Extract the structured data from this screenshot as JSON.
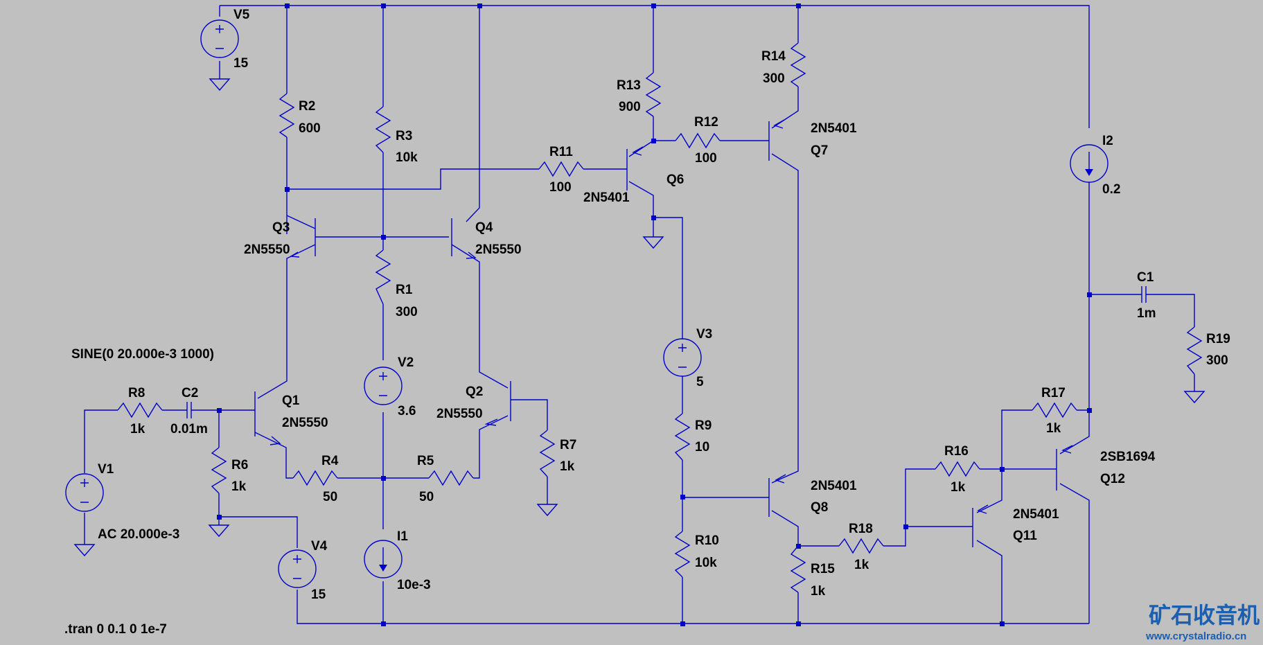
{
  "schematic": {
    "colors": {
      "background": "#c0c0c0",
      "wire": "#0000c8",
      "text": "#000000"
    },
    "components": {
      "V5": {
        "name": "V5",
        "value": "15"
      },
      "V1": {
        "name": "V1",
        "value": "AC 20.000e-3"
      },
      "V2": {
        "name": "V2",
        "value": "3.6"
      },
      "V3": {
        "name": "V3",
        "value": "5"
      },
      "V4": {
        "name": "V4",
        "value": "15"
      },
      "I1": {
        "name": "I1",
        "value": "10e-3"
      },
      "I2": {
        "name": "I2",
        "value": "0.2"
      },
      "C1": {
        "name": "C1",
        "value": "1m"
      },
      "C2": {
        "name": "C2",
        "value": "0.01m"
      },
      "R1": {
        "name": "R1",
        "value": "300"
      },
      "R2": {
        "name": "R2",
        "value": "600"
      },
      "R3": {
        "name": "R3",
        "value": "10k"
      },
      "R4": {
        "name": "R4",
        "value": "50"
      },
      "R5": {
        "name": "R5",
        "value": "50"
      },
      "R6": {
        "name": "R6",
        "value": "1k"
      },
      "R7": {
        "name": "R7",
        "value": "1k"
      },
      "R8": {
        "name": "R8",
        "value": "1k"
      },
      "R9": {
        "name": "R9",
        "value": "10"
      },
      "R10": {
        "name": "R10",
        "value": "10k"
      },
      "R11": {
        "name": "R11",
        "value": "100"
      },
      "R12": {
        "name": "R12",
        "value": "100"
      },
      "R13": {
        "name": "R13",
        "value": "900"
      },
      "R14": {
        "name": "R14",
        "value": "300"
      },
      "R15": {
        "name": "R15",
        "value": "1k"
      },
      "R16": {
        "name": "R16",
        "value": "1k"
      },
      "R17": {
        "name": "R17",
        "value": "1k"
      },
      "R18": {
        "name": "R18",
        "value": "1k"
      },
      "R19": {
        "name": "R19",
        "value": "300"
      },
      "Q1": {
        "name": "Q1",
        "model": "2N5550"
      },
      "Q2": {
        "name": "Q2",
        "model": "2N5550"
      },
      "Q3": {
        "name": "Q3",
        "model": "2N5550"
      },
      "Q4": {
        "name": "Q4",
        "model": "2N5550"
      },
      "Q6": {
        "name": "Q6",
        "model": "2N5401"
      },
      "Q7": {
        "name": "Q7",
        "model": "2N5401"
      },
      "Q8": {
        "name": "Q8",
        "model": "2N5401"
      },
      "Q11": {
        "name": "Q11",
        "model": "2N5401"
      },
      "Q12": {
        "name": "Q12",
        "model": "2SB1694"
      }
    },
    "directives": {
      "sine": "SINE(0 20.000e-3 1000)",
      "tran": ".tran 0 0.1 0 1e-7"
    },
    "watermark": {
      "title": "矿石收音机",
      "url": "www.crystalradio.cn",
      "color_primary": "#1b5fae",
      "color_accent": "#d8232a"
    }
  }
}
